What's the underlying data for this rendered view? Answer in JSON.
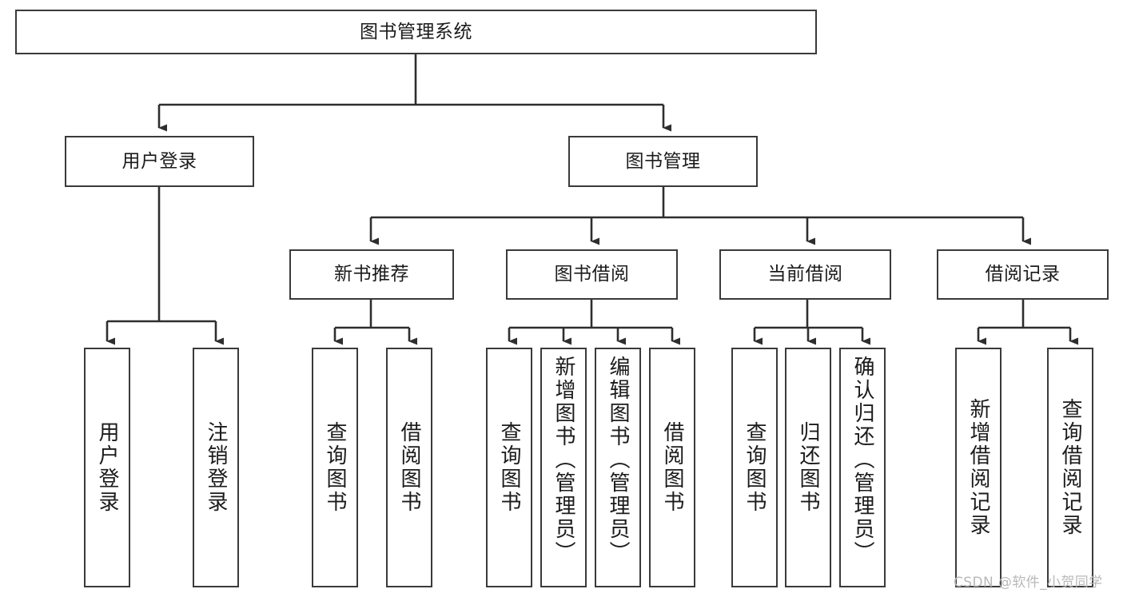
{
  "diagram": {
    "type": "hierarchy-tree",
    "title": "图书管理系统",
    "orientation": "top-down",
    "watermark": "CSDN @软件_小贺同学",
    "colors": {
      "background": "#ffffff",
      "box_border": "#3a3a3a",
      "box_fill": "#ffffff",
      "edge": "#2e2e2e",
      "text": "#1b1b1b",
      "watermark": "#b9b9b9"
    }
  },
  "nodes": {
    "root": {
      "label": "图书管理系统",
      "level": 1
    },
    "l2": [
      {
        "id": "user-login",
        "label": "用户登录",
        "level": 2
      },
      {
        "id": "book-manage",
        "label": "图书管理",
        "level": 2
      }
    ],
    "l3": [
      {
        "id": "new-book-recommend",
        "label": "新书推荐",
        "level": 3
      },
      {
        "id": "book-borrow",
        "label": "图书借阅",
        "level": 3
      },
      {
        "id": "current-borrow",
        "label": "当前借阅",
        "level": 3
      },
      {
        "id": "borrow-record",
        "label": "借阅记录",
        "level": 3
      }
    ],
    "leaves": {
      "user_login": [
        {
          "id": "leaf-user-login",
          "label": "用户登录"
        },
        {
          "id": "leaf-logout-login",
          "label": "注销登录"
        }
      ],
      "new_book_recommend": [
        {
          "id": "leaf-query-book-1",
          "label": "查询图书"
        },
        {
          "id": "leaf-borrow-book-1",
          "label": "借阅图书"
        }
      ],
      "book_borrow": [
        {
          "id": "leaf-query-book-2",
          "label": "查询图书"
        },
        {
          "id": "leaf-add-book",
          "label": "新增图书（管理员）"
        },
        {
          "id": "leaf-edit-book",
          "label": "编辑图书（管理员）"
        },
        {
          "id": "leaf-borrow-book-2",
          "label": "借阅图书"
        }
      ],
      "current_borrow": [
        {
          "id": "leaf-query-book-3",
          "label": "查询图书"
        },
        {
          "id": "leaf-return-book",
          "label": "归还图书"
        },
        {
          "id": "leaf-confirm-return",
          "label": "确认归还（管理员）"
        }
      ],
      "borrow_record": [
        {
          "id": "leaf-add-borrow-record",
          "label": "新增借阅记录"
        },
        {
          "id": "leaf-query-borrow-record",
          "label": "查询借阅记录"
        }
      ]
    }
  }
}
